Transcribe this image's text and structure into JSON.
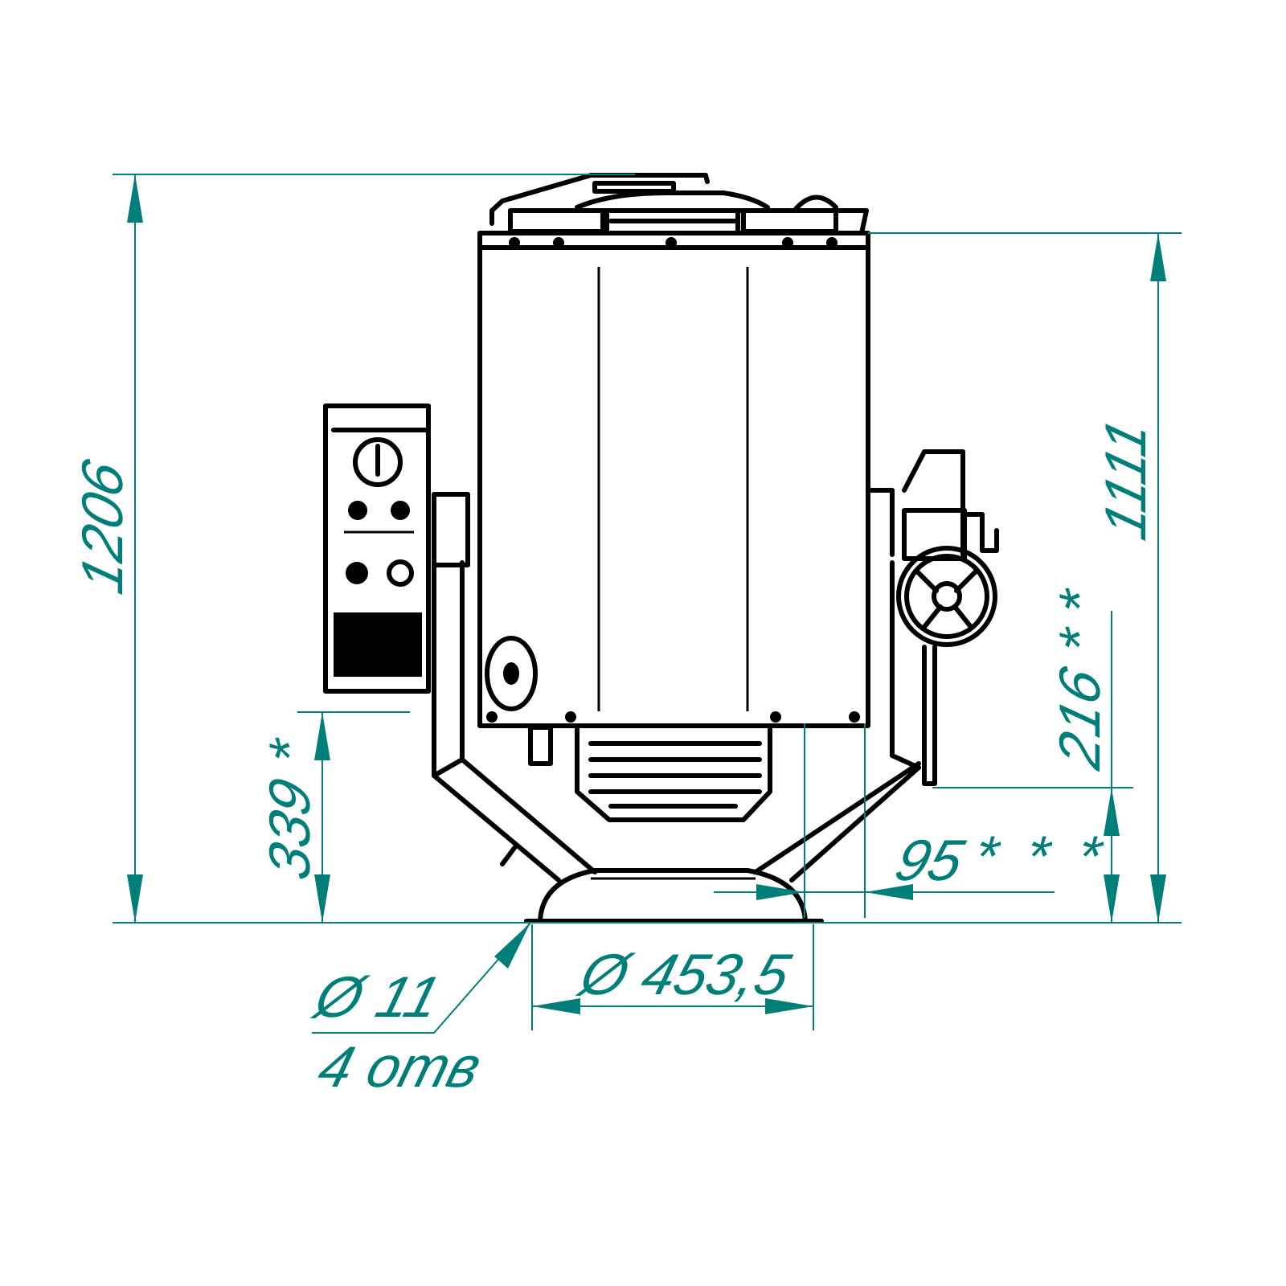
{
  "drawing": {
    "dimension_color": "#007f7a",
    "line_color": "#000000",
    "dimensions": {
      "overall_height": "1206",
      "body_height": "1111",
      "left_height": "339 *",
      "right_height": "216 * *",
      "offset": "95",
      "offset_note": "* * *",
      "base_diameter": "Ø 453,5",
      "hole_diameter": "Ø 11",
      "hole_count": "4 отв"
    }
  }
}
